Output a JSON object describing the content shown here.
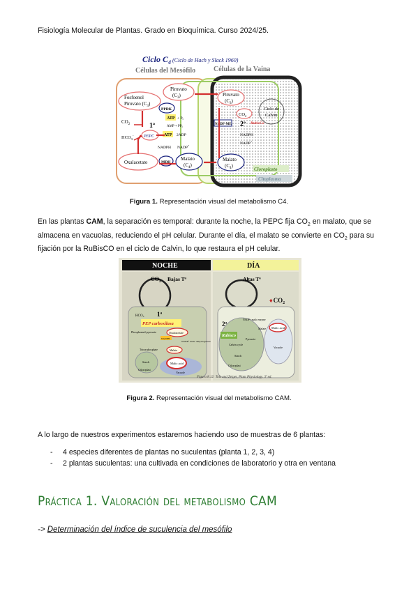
{
  "header": "Fisiología Molecular de Plantas. Grado en Bioquímica. Curso 2024/25.",
  "figure1": {
    "title_main": "Ciclo C",
    "title_sub4": "4",
    "title_paren": " (Ciclo de Hach y Slack 1960)",
    "label_mesofilo": "Células del Mesófilo",
    "label_vaina": "Células de la Vaina",
    "fosfoenol": "Fosfoenol",
    "piruvato_c3": "Piruvato (C",
    "piruvato": "Piruvato",
    "c3": "(C",
    "ppdk": "PPDK",
    "atp": "ATP",
    "pi": "+ P",
    "amp": "AMP + PP",
    "adp2": "2ADP",
    "co2": "CO",
    "hco3": "HCO",
    "pepc": "PEPC",
    "one": "1ª",
    "two": "2ª",
    "nadph": "NADPH",
    "nadp": "NADP",
    "mdh": "MDH",
    "oxalacetato": "Oxalacetato",
    "malato": "Malato",
    "c4": "(C",
    "nadp_me": "NADP-ME",
    "ciclo_calvin_1": "Ciclo de",
    "ciclo_calvin_2": "Calvin",
    "rubisco": "RubisCo",
    "cloroplasto": "Cloroplasto",
    "citoplasma": "Citoplasma"
  },
  "caption1_bold": "Figura 1.",
  "caption1_text": " Representación visual del metabolismo C4.",
  "paragraph": {
    "p1": "En las plantas ",
    "cam": "CAM",
    "p2": ", la separación es temporal: durante la noche, la PEPC fija CO",
    "p3": " en malato, que se almacena en vacuolas, reduciendo el pH celular. Durante el día, el malato se convierte en CO",
    "p4": " para su fijación por la RuBisCO en el ciclo de Calvin, lo que restaura el pH celular.",
    "sub2": "2"
  },
  "figure2": {
    "noche": "NOCHE",
    "dia": "DÍA",
    "co2": "CO",
    "bajas": "Bajas Tª",
    "altas": "Altas Tª",
    "hco3": "HCO",
    "one": "1ª",
    "two": "2ª",
    "pep_carb": "PEP carboxilasa",
    "phospho": "Phosphoenol-pyruvate",
    "oxaloacetate": "Oxaloacetate",
    "nadph": "NADPH",
    "nadp_malic": "NADP⁺ malic dehydrogenase",
    "malate": "Malate",
    "malic_acid": "Malic acid",
    "vacuole": "Vacuole",
    "triose": "Triose phosphate",
    "starch": "Starch",
    "chloroplast": "Chloroplast",
    "nadp_malic_enzyme": "NADP⁺ malic enzyme",
    "pyruvate": "Pyruvate",
    "calvin": "Calvin cycle",
    "rubisco": "Rubisco",
    "credit": "Figura 8.12: Taiz and Zeiger, Plant Physiology. 3ª ed."
  },
  "caption2_bold": "Figura 2.",
  "caption2_text": " Representación visual del metabolismo CAM.",
  "intro": "A lo largo de nuestros experimentos estaremos haciendo uso de muestras de 6 plantas:",
  "list": [
    "4 especies diferentes de plantas no suculentas (planta 1, 2, 3, 4)",
    "2 plantas suculentas: una cultivada en condiciones de laboratorio y otra en ventana"
  ],
  "list_dash": "-",
  "heading": "Práctica 1. Valoración del metabolismo CAM",
  "subhead_arrow": "-> ",
  "subhead_link": "Determinación del índice de suculencia del mesófilo",
  "colors": {
    "heading": "#2e7d32",
    "noche_bar": "#111111",
    "dia_bar": "#f3f29a",
    "accent_red": "#d32f2f"
  }
}
